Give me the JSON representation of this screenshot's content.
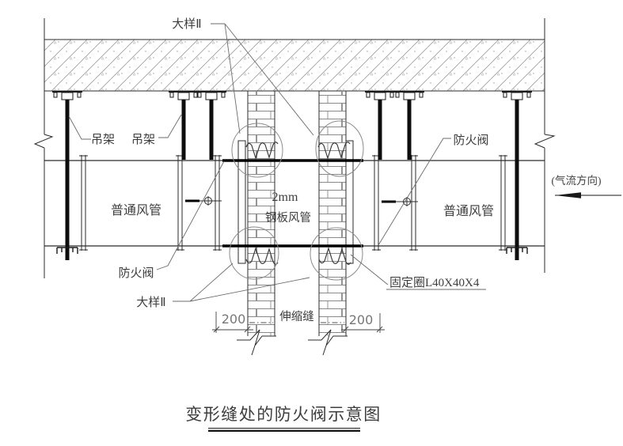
{
  "colors": {
    "background": "#ffffff",
    "line": "#2b2b2b",
    "light_line": "#8c8c8c",
    "text": "#3d3d3d",
    "dim_text": "#777777"
  },
  "diagram": {
    "title": "变形缝处的防火阀示意图",
    "annotations": {
      "detail_top": "大样Ⅱ",
      "detail_bottom": "大样Ⅱ",
      "hanger_left": "吊架",
      "hanger_right": "吊架",
      "fire_damper_top": "防火阀",
      "fire_damper_bottom": "防火阀",
      "duct_left": "普通风管",
      "duct_right": "普通风管",
      "steel_duct_thickness": "2mm",
      "steel_duct_name": "钢板风管",
      "fixing_ring": "固定圈L40X40X4",
      "expansion_joint": "伸缩缝",
      "airflow_direction": "(气流方向)",
      "dim_left": "200",
      "dim_right": "200"
    }
  }
}
